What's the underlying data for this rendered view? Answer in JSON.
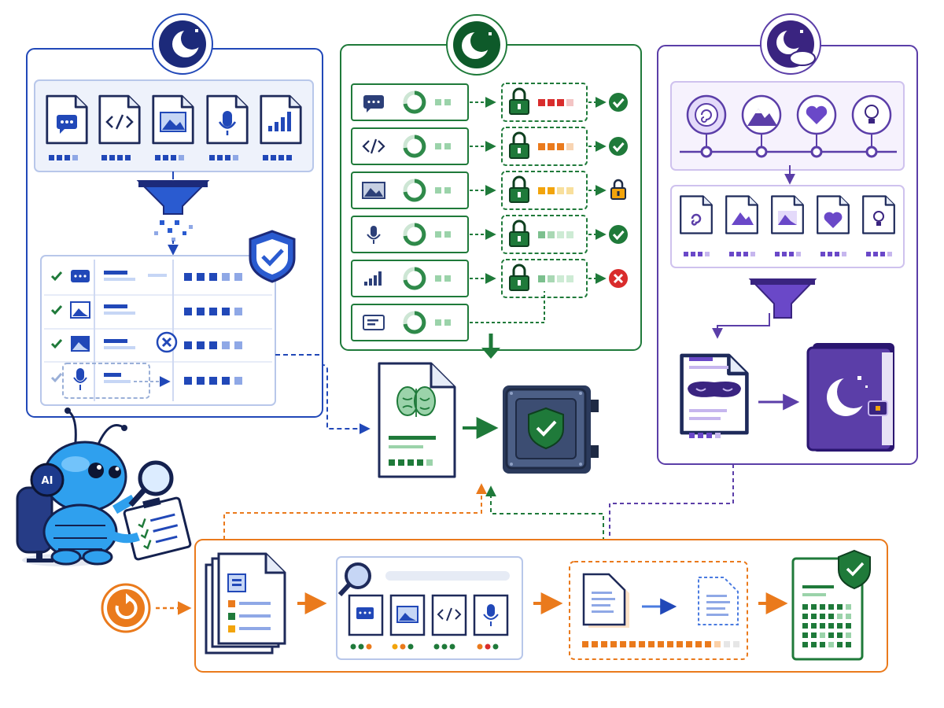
{
  "agent": {
    "badge_text": "AI"
  },
  "colors": {
    "blue": "#2148b8",
    "blue_light": "#4a7be0",
    "green": "#1f7a3a",
    "green_light": "#7cc08e",
    "purple": "#5b3ea8",
    "purple_light": "#a98ce0",
    "orange": "#ea7a1c",
    "red": "#d92c2c",
    "amber": "#f2a40c"
  },
  "panels": [
    {
      "id": "intake-panel",
      "accent": "blue",
      "icon": "moon-icon"
    },
    {
      "id": "access-panel",
      "accent": "green",
      "icon": "moon-star-icon"
    },
    {
      "id": "dream-panel",
      "accent": "purple",
      "icon": "moon-cloud-icon"
    },
    {
      "id": "review-loop-panel",
      "accent": "orange",
      "icon": "refresh-icon"
    }
  ],
  "intake": {
    "file_types": [
      "chat-icon",
      "code-icon",
      "image-icon",
      "microphone-icon",
      "chart-icon"
    ]
  },
  "access": {
    "rows": [
      {
        "type": "chat-icon",
        "lock_level": "red",
        "result": "approved"
      },
      {
        "type": "code-icon",
        "lock_level": "orange",
        "result": "approved"
      },
      {
        "type": "image-icon",
        "lock_level": "amber",
        "result": "locked"
      },
      {
        "type": "microphone-icon",
        "lock_level": "green",
        "result": "approved"
      },
      {
        "type": "chart-icon",
        "lock_level": "green",
        "result": "rejected"
      },
      {
        "type": "document-icon",
        "lock_level": "none",
        "result": "pending"
      }
    ]
  },
  "dream": {
    "themes": [
      "spiral-icon",
      "mountain-icon",
      "heart-icon",
      "lightbulb-icon"
    ]
  }
}
